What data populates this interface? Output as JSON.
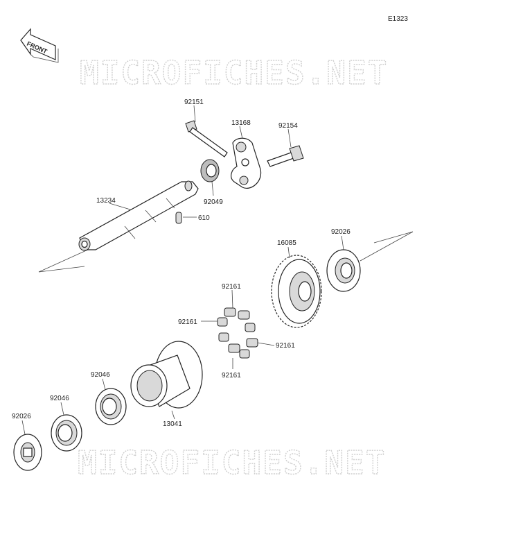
{
  "diagram_code": "E1323",
  "watermark": "MICROFICHES.NET",
  "front_arrow_label": "FRONT",
  "callouts": {
    "c92151": "92151",
    "c13168": "13168",
    "c92154": "92154",
    "c92049": "92049",
    "c13234": "13234",
    "c610": "610",
    "c92026_top": "92026",
    "c16085": "16085",
    "c92161_top": "92161",
    "c92161_left": "92161",
    "c92161_right": "92161",
    "c92161_bottom": "92161",
    "c92046_upper": "92046",
    "c92046_lower": "92046",
    "c13041": "13041",
    "c92026_bottom": "92026"
  },
  "colors": {
    "line": "#222222",
    "shade": "#d9d9d9",
    "watermark": "#cfcfcf"
  }
}
